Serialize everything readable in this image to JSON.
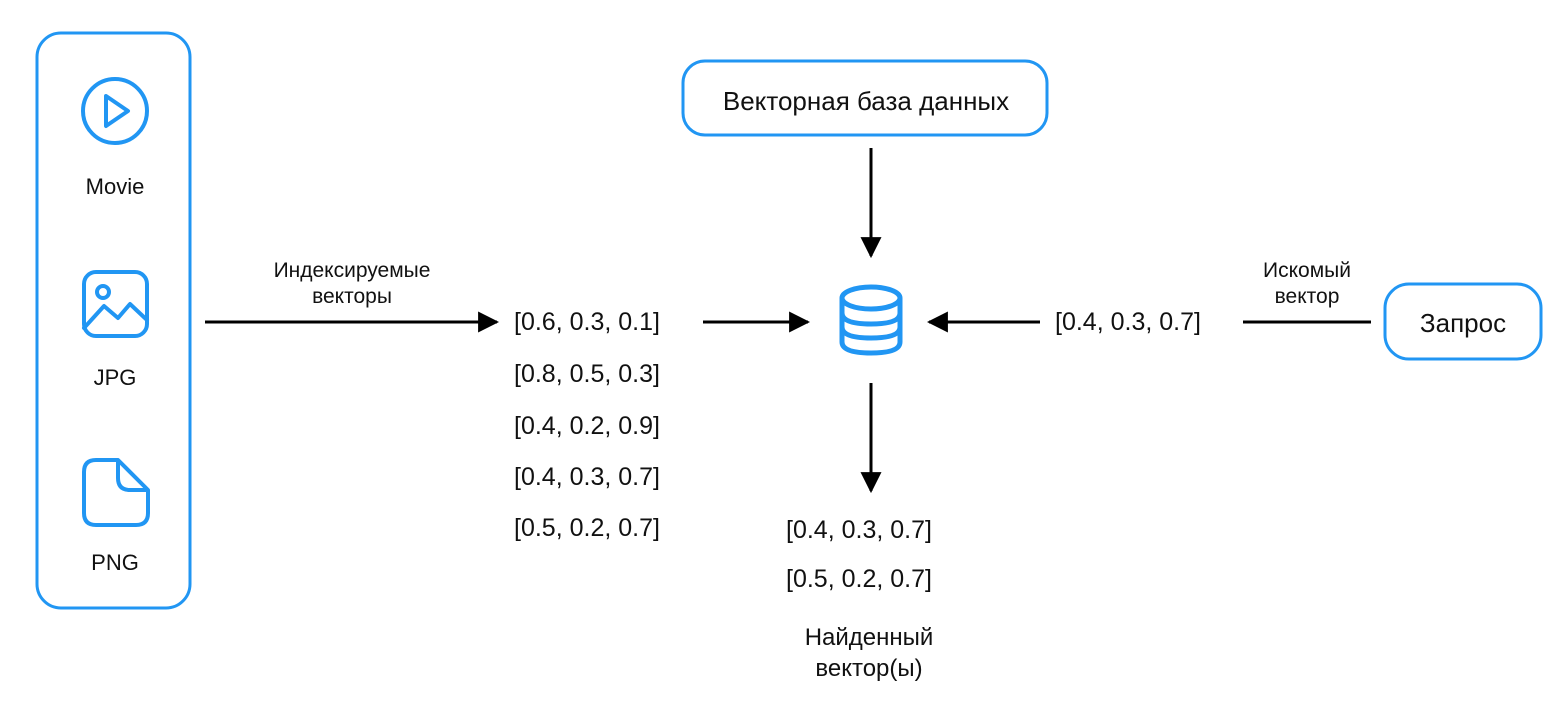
{
  "sources": [
    {
      "label": "Movie",
      "icon": "video-play-icon"
    },
    {
      "label": "JPG",
      "icon": "image-icon"
    },
    {
      "label": "PNG",
      "icon": "file-icon"
    }
  ],
  "indexed_label": {
    "line1": "Индексируемые",
    "line2": "векторы"
  },
  "indexed_vectors": [
    "[0.6, 0.3, 0.1]",
    "[0.8, 0.5, 0.3]",
    "[0.4, 0.2, 0.9]",
    "[0.4, 0.3, 0.7]",
    "[0.5, 0.2, 0.7]"
  ],
  "vector_db": {
    "label": "Векторная база данных",
    "icon": "database-icon"
  },
  "query": {
    "label": "Запрос",
    "vector": "[0.4, 0.3, 0.7]"
  },
  "query_vector_label": {
    "line1": "Искомый",
    "line2": "вектор"
  },
  "found_vectors": [
    "[0.4, 0.3, 0.7]",
    "[0.5, 0.2, 0.7]"
  ],
  "found_label": {
    "line1": "Найденный",
    "line2": "вектор(ы)"
  },
  "colors": {
    "accent": "#2196F3",
    "line": "#000000",
    "text": "#111111"
  }
}
